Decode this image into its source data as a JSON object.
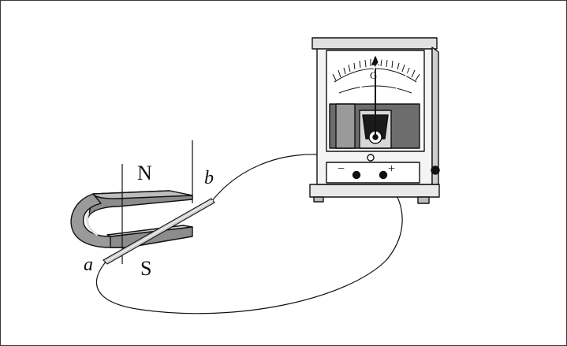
{
  "labels": {
    "north": "N",
    "south": "S",
    "end_a": "a",
    "end_b": "b",
    "pointer_letter": "G",
    "terminal_minus": "−",
    "terminal_plus": "+"
  },
  "colors": {
    "ink": "#111111",
    "magnet_fill": "#8c8c8c",
    "magnet_light": "#d8d8d8",
    "meter_case": "#f2f2f2",
    "meter_shade": "#6d6d6d"
  }
}
